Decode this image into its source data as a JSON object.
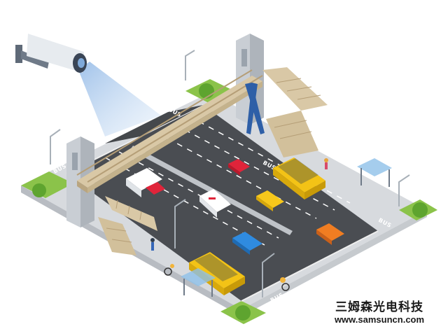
{
  "road_markings": [
    "BUS",
    "BUS",
    "BUS",
    "BUS",
    "BUS"
  ],
  "watermark": {
    "company_name": "三姆森光电科技",
    "url": "www.samsuncn.com"
  },
  "colors": {
    "asphalt": "#4a4d52",
    "sidewalk": "#d7dade",
    "grass": "#8bc34a",
    "bridge": "#d9c8a6",
    "tower": "#c9ced4",
    "camera_beam": "#8fb7e6",
    "bus": "#f3c316",
    "car_red": "#e0243a",
    "car_blue": "#2f8be0",
    "car_orange": "#f07d22",
    "taxi": "#f7c71b"
  }
}
